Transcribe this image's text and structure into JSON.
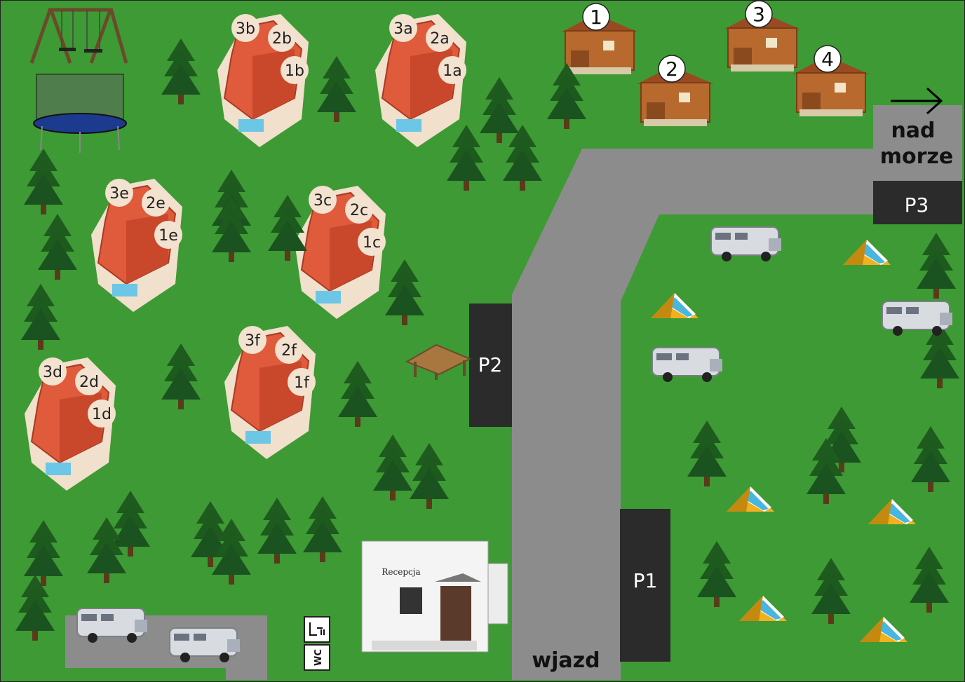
{
  "colors": {
    "grass": "#3e9a34",
    "road": "#8c8c8c",
    "parking": "#2b2b2b",
    "roof": "#e05a3c",
    "tree": "#1f5a1f",
    "label_bg": "#f2e2cf"
  },
  "houses": [
    {
      "labels": [
        "3b",
        "2b",
        "1b"
      ]
    },
    {
      "labels": [
        "3a",
        "2a",
        "1a"
      ]
    },
    {
      "labels": [
        "3e",
        "2e",
        "1e"
      ]
    },
    {
      "labels": [
        "3c",
        "2c",
        "1c"
      ]
    },
    {
      "labels": [
        "3d",
        "2d",
        "1d"
      ]
    },
    {
      "labels": [
        "3f",
        "2f",
        "1f"
      ]
    }
  ],
  "cabins": [
    "1",
    "2",
    "3",
    "4"
  ],
  "parking": {
    "p1": "P1",
    "p2": "P2",
    "p3": "P3"
  },
  "signs": {
    "sea_line1": "nad",
    "sea_line2": "morze",
    "entrance": "wjazd",
    "reception": "Recepcja",
    "wc": "WC"
  },
  "icons": {
    "sea_arrow": "arrow-right-icon",
    "shower": "shower-icon"
  }
}
